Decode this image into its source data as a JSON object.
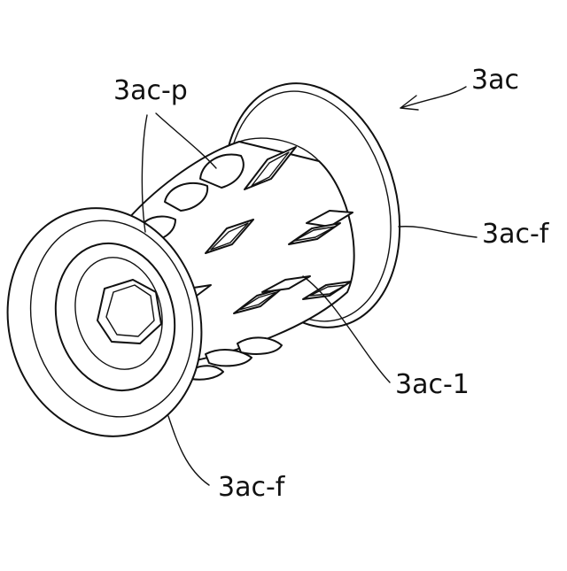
{
  "labels": {
    "assembly": "3ac",
    "protrusion": "3ac-p",
    "flange_right": "3ac-f",
    "body": "3ac-1",
    "flange_left": "3ac-f"
  },
  "colors": {
    "stroke": "#111111",
    "background": "#ffffff"
  }
}
